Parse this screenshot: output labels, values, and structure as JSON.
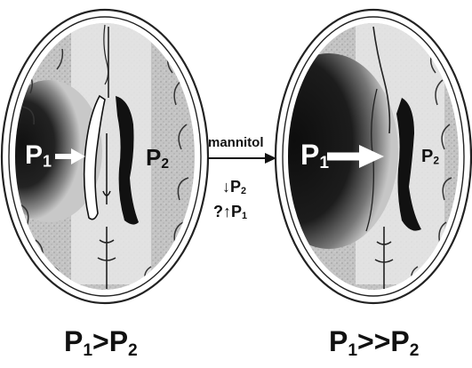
{
  "left_panel": {
    "p1": "P",
    "p1_sub": "1",
    "p2": "P",
    "p2_sub": "2",
    "caption_a": "P",
    "caption_a_sub": "1",
    "caption_op": ">",
    "caption_b": "P",
    "caption_b_sub": "2"
  },
  "middle": {
    "agent": "mannitol",
    "line1_arrow": "↓",
    "line1_p": "P",
    "line1_sub": "2",
    "line2_q": "?",
    "line2_arrow": "↑",
    "line2_p": "P",
    "line2_sub": "1"
  },
  "right_panel": {
    "p1": "P",
    "p1_sub": "1",
    "p2": "P",
    "p2_sub": "2",
    "caption_a": "P",
    "caption_a_sub": "1",
    "caption_op": ">>",
    "caption_b": "P",
    "caption_b_sub": "2"
  },
  "colors": {
    "lesion_dark": "#1a1a1a",
    "brain_gray": "#bdbdbd",
    "ventricle": "#111111",
    "skull_outline": "#222222"
  }
}
